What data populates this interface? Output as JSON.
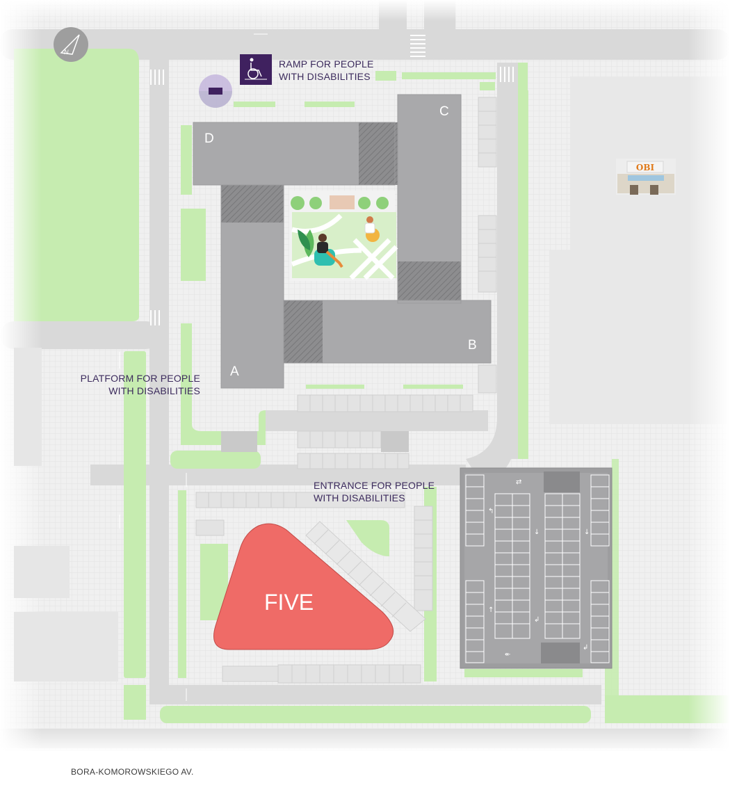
{
  "labels": {
    "ramp": [
      "RAMP FOR PEOPLE",
      "WITH DISABILITIES"
    ],
    "platform": [
      "PLATFORM FOR PEOPLE",
      "WITH DISABILITIES"
    ],
    "entrance": [
      "ENTRANCE FOR PEOPLE",
      "WITH DISABILITIES"
    ]
  },
  "buildings": {
    "a": "A",
    "b": "B",
    "c": "C",
    "d": "D",
    "five": "FIVE"
  },
  "store_sign": "OBI",
  "street": "BORA-KOMOROWSKIEGO AV.",
  "compass_letter": "N",
  "colors": {
    "building": "#a9a9ab",
    "five": "#ef6b67",
    "accent": "#3f215f",
    "accent_light": "#c4b6dd",
    "grass": "#c6ecb0",
    "road": "#d8d8d8",
    "pavement": "#eeeeee"
  },
  "icons": [
    "compass-icon",
    "wheelchair-ramp-icon",
    "wheelchair-platform-icon",
    "entrance-door-icon",
    "store-icon"
  ]
}
